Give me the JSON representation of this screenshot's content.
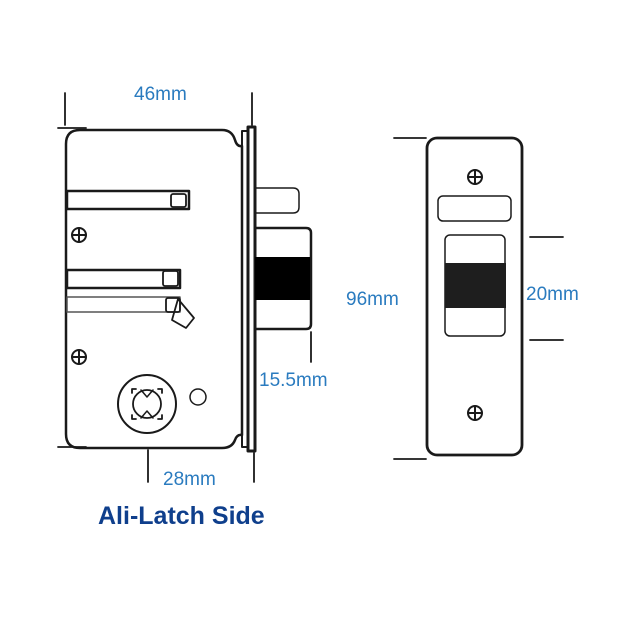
{
  "diagram": {
    "caption": "Ali-Latch Side",
    "colors": {
      "dimension_text": "#2a7bbf",
      "caption_text": "#0f3f8c",
      "outline": "#1a1a1a",
      "strike_band": "#1e1e1e"
    },
    "latch_side": {
      "width_label": "46mm",
      "backset_label": "28mm",
      "bolt_projection_label": "15.5mm"
    },
    "strike_plate": {
      "height_label": "96mm",
      "opening_label": "20mm"
    }
  }
}
